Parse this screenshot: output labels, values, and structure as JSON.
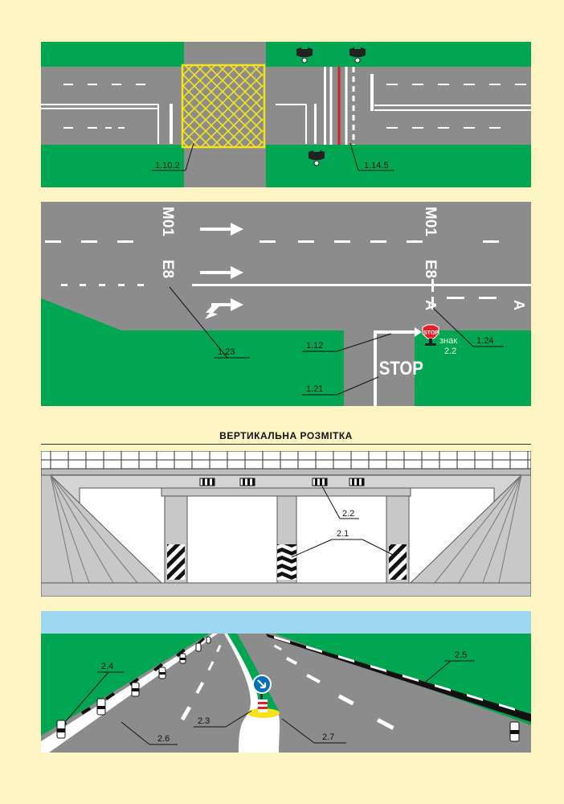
{
  "panel1": {
    "labels": {
      "m1102": "1.10.2",
      "m1145": "1.14.5"
    }
  },
  "panel2": {
    "road_codes": {
      "m01_left": "M01",
      "e8_left": "E8",
      "m01_right": "M01",
      "e8_right": "E8",
      "a_left": "A",
      "a_right": "A"
    },
    "stop_text": "STOP",
    "stop_sign_text": "STOP",
    "sign_caption": {
      "line1": "знак",
      "line2": "2.2"
    },
    "labels": {
      "m123": "1.23",
      "m112": "1.12",
      "m121": "1.21",
      "m124": "1.24"
    }
  },
  "section_title": "ВЕРТИКАЛЬНА РОЗМІТКА",
  "panel3": {
    "labels": {
      "m22": "2.2",
      "m21": "2.1"
    }
  },
  "panel4": {
    "labels": {
      "m24": "2.4",
      "m25": "2.5",
      "m23": "2.3",
      "m26": "2.6",
      "m27": "2.7"
    }
  },
  "colors": {
    "background": "#fdf4c4",
    "grass": "#00a651",
    "road": "#8c8c8c",
    "yellow_marking": "#f5e31b",
    "stop_red": "#e31e24",
    "sky": "#9dd7f0",
    "sign_blue": "#0072bc"
  }
}
